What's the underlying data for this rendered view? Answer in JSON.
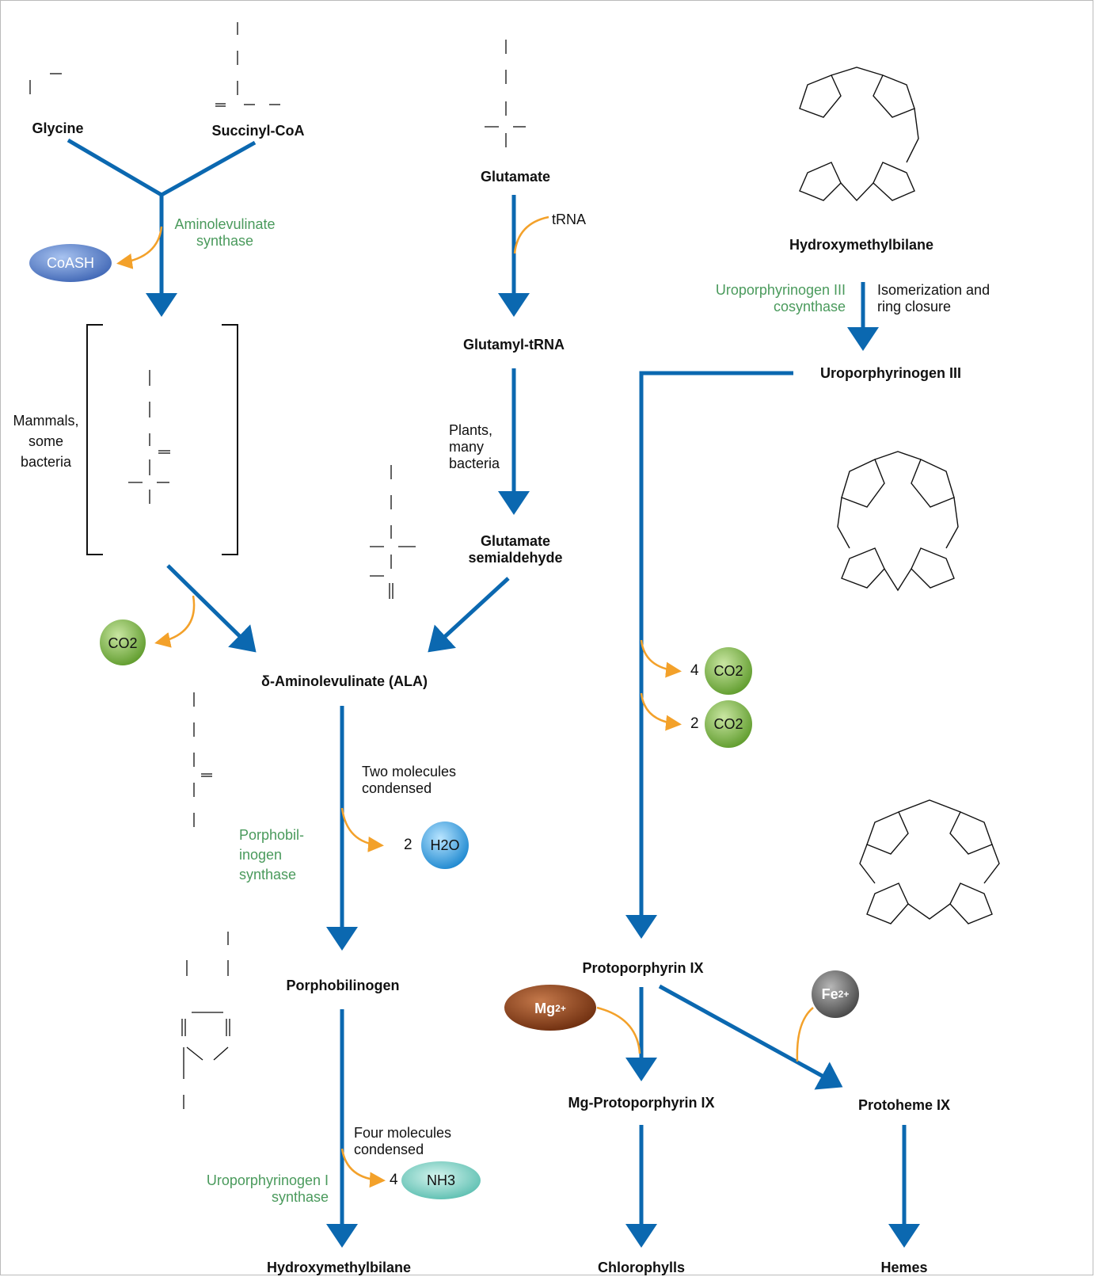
{
  "compounds": {
    "glycine": "Glycine",
    "succinyl_coa": "Succinyl-CoA",
    "glutamate": "Glutamate",
    "hydroxymethylbilane_top": "Hydroxymethylbilane",
    "glutamyl_trna": "Glutamyl-tRNA",
    "uroporphyrinogen_iii": "Uroporphyrinogen III",
    "glutamate_semialdehyde": "Glutamate semialdehyde",
    "ala": "δ-Aminolevulinate (ALA)",
    "porphobilinogen": "Porphobilinogen",
    "hydroxymethylbilane_bottom": "Hydroxymethylbilane",
    "protoporphyrin_ix": "Protoporphyrin IX",
    "mg_protoporphyrin_ix": "Mg-Protoporphyrin IX",
    "protoheme_ix": "Protoheme IX",
    "chlorophylls": "Chlorophylls",
    "hemes": "Hemes"
  },
  "enzymes": {
    "aminolevulinate_synthase": "Aminolevulinate synthase",
    "uroporphyrinogen_iii_cosynthase": "Uroporphyrinogen III cosynthase",
    "porphobilinogen_synthase": "Porphobil- inogen synthase",
    "uroporphyrinogen_i_synthase": "Uroporphyrinogen I synthase"
  },
  "notes": {
    "mammals": "Mammals, some bacteria",
    "plants": "Plants, many bacteria",
    "isomerization": "Isomerization and ring closure",
    "two_molecules": "Two molecules condensed",
    "four_molecules": "Four molecules condensed",
    "trna": "tRNA"
  },
  "byproducts": {
    "coash": "CoASH",
    "co2": "CO2",
    "h2o": "H2O",
    "nh3": "NH3",
    "mg": "Mg",
    "mg_charge": "2+",
    "fe": "Fe",
    "fe_charge": "2+",
    "count_h2o": "2",
    "count_nh3": "4",
    "count_co2_a": "4",
    "count_co2_b": "2"
  },
  "colors": {
    "arrow": "#0b68b0",
    "side_arrow": "#f3a12a",
    "enzyme_text": "#4a9a5c",
    "coash": "#5c86cf",
    "co2": "#78b243",
    "h2o": "#2b9fe0",
    "nh3": "#63c9bb",
    "mg": "#8c3f17",
    "fe": "#6a6a6a"
  }
}
